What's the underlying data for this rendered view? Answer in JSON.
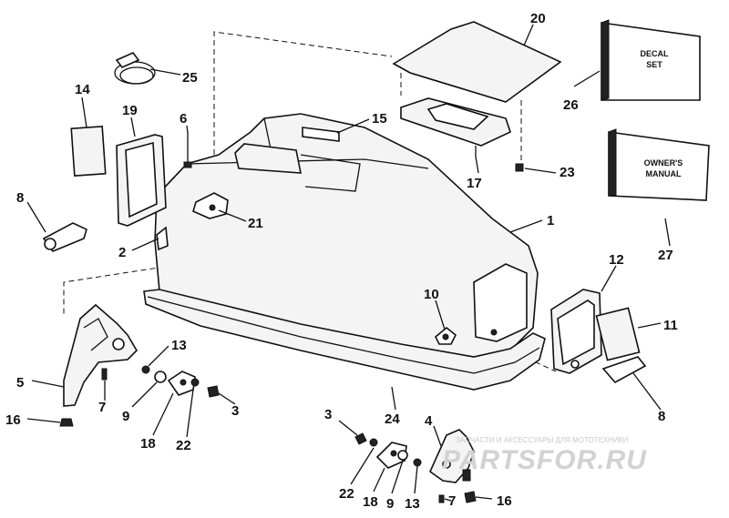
{
  "diagram": {
    "labels": {
      "l1": "1",
      "l2": "2",
      "l3a": "3",
      "l3b": "3",
      "l4": "4",
      "l5": "5",
      "l6": "6",
      "l7a": "7",
      "l7b": "7",
      "l8a": "8",
      "l8b": "8",
      "l9a": "9",
      "l9b": "9",
      "l10": "10",
      "l11": "11",
      "l12": "12",
      "l13a": "13",
      "l13b": "13",
      "l14": "14",
      "l15": "15",
      "l16a": "16",
      "l16b": "16",
      "l17": "17",
      "l18a": "18",
      "l18b": "18",
      "l19": "19",
      "l20": "20",
      "l21": "21",
      "l22a": "22",
      "l22b": "22",
      "l23": "23",
      "l24": "24",
      "l25": "25",
      "l26": "26",
      "l27": "27"
    },
    "decal_box": {
      "line1": "DECAL",
      "line2": "SET"
    },
    "manual_box": {
      "line1": "OWNER'S",
      "line2": "MANUAL"
    },
    "watermark": {
      "small": "ЗАПЧАСТИ И АКСЕССУАРЫ ДЛЯ МОТОТЕХНИКИ",
      "big": "PARTSFOR.RU"
    }
  }
}
